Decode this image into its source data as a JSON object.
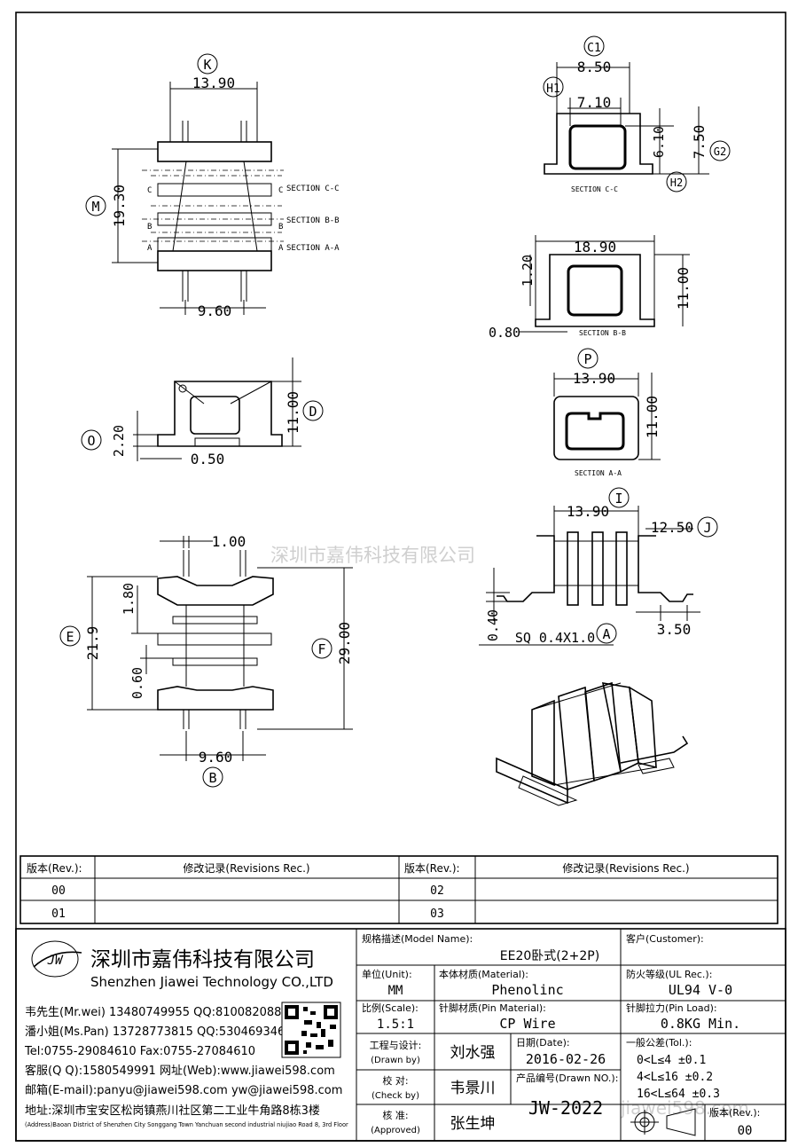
{
  "watermark": "深圳市嘉伟科技有限公司",
  "watermark_url": "jiawei598.com",
  "dimensions": {
    "top_view": {
      "K": "13.90",
      "M": "19.30",
      "bottom": "9.60",
      "letter_K": "K",
      "letter_M": "M"
    },
    "section_labels": {
      "cc": "SECTION C-C",
      "bb": "SECTION B-B",
      "aa": "SECTION A-A",
      "c": "C",
      "b": "B",
      "a": "A"
    },
    "section_cc": {
      "C1": "8.50",
      "H1": "7.10",
      "v1": "6.10",
      "G2": "7.50",
      "letter_C1": "C1",
      "letter_H1": "H1",
      "letter_G2": "G2",
      "letter_H2": "H2",
      "label": "SECTION C-C"
    },
    "section_bb": {
      "w": "18.90",
      "h1": "1.20",
      "h2": "11.00",
      "b": "0.80",
      "label": "SECTION B-B"
    },
    "section_aa": {
      "P": "13.90",
      "h": "11.00",
      "letter_P": "P",
      "label": "SECTION A-A"
    },
    "front_view": {
      "D": "11.00",
      "O": "2.20",
      "bottom": "0.50",
      "letter_D": "D",
      "letter_O": "O"
    },
    "side_view": {
      "I": "13.90",
      "J": "12.50",
      "pin": "0.40",
      "pin_bot": "3.50",
      "A": "SQ 0.4X1.0",
      "letter_I": "I",
      "letter_J": "J",
      "letter_A": "A"
    },
    "bottom_view": {
      "top": "1.00",
      "E": "21.9",
      "s1": "1.80",
      "s2": "0.60",
      "F": "29.00",
      "B": "9.60",
      "letter_E": "E",
      "letter_F": "F",
      "letter_B": "B"
    }
  },
  "revisions": {
    "col_rev": "版本(Rev.):",
    "col_rec": "修改记录(Revisions Rec.)",
    "rows_left": [
      "00",
      "01"
    ],
    "rows_right": [
      "02",
      "03"
    ]
  },
  "company": {
    "logo_text": "JW",
    "name_cn": "深圳市嘉伟科技有限公司",
    "name_en": "Shenzhen Jiawei Technology CO.,LTD",
    "contact1": "韦先生(Mr.wei) 13480749955 QQ:810082088",
    "contact2": "潘小姐(Ms.Pan) 13728773815 QQ:530469346",
    "tel": "Tel:0755-29084610    Fax:0755-27084610",
    "qq": "客服(Q Q):1580549991   网址(Web):www.jiawei598.com",
    "email": "邮箱(E-mail):panyu@jiawei598.com   yw@jiawei598.com",
    "address_cn": "地址:深圳市宝安区松岗镇燕川社区第二工业牛角路8栋3楼",
    "address_en": "(Address)Baoan District of Shenzhen City Songgang Town Yanchuan  second industrial niujiao Road 8, 3rd Floor"
  },
  "titleblock": {
    "model_label": "规格描述(Model Name):",
    "model_value": "EE20卧式(2+2P)",
    "customer_label": "客户(Customer):",
    "customer_value": "",
    "unit_label": "单位(Unit):",
    "unit_value": "MM",
    "material_label": "本体材质(Material):",
    "material_value": "Phenolinc",
    "ul_label": "防火等级(UL Rec.):",
    "ul_value": "UL94 V-0",
    "scale_label": "比例(Scale):",
    "scale_value": "1.5:1",
    "pin_mat_label": "针脚材质(Pin Material):",
    "pin_mat_value": "CP Wire",
    "pin_load_label": "针脚拉力(Pin Load):",
    "pin_load_value": "0.8KG Min.",
    "drawn_label1": "工程与设计:",
    "drawn_label2": "(Drawn by)",
    "drawn_value": "刘水强",
    "date_label": "日期(Date):",
    "date_value": "2016-02-26",
    "tol_label": "一般公差(Tol.):",
    "tol1": "0<L≤4    ±0.1",
    "tol2": "4<L≤16   ±0.2",
    "tol3": "16<L≤64  ±0.3",
    "check_label1": "校  对:",
    "check_label2": "(Check by)",
    "check_value": "韦景川",
    "drawn_no_label": "产品编号(Drawn NO.):",
    "drawn_no_value": "JW-2022",
    "approved_label1": "核  准:",
    "approved_label2": "(Approved)",
    "approved_value": "张生坤",
    "rev_label": "版本(Rev.):",
    "rev_value": "00"
  }
}
